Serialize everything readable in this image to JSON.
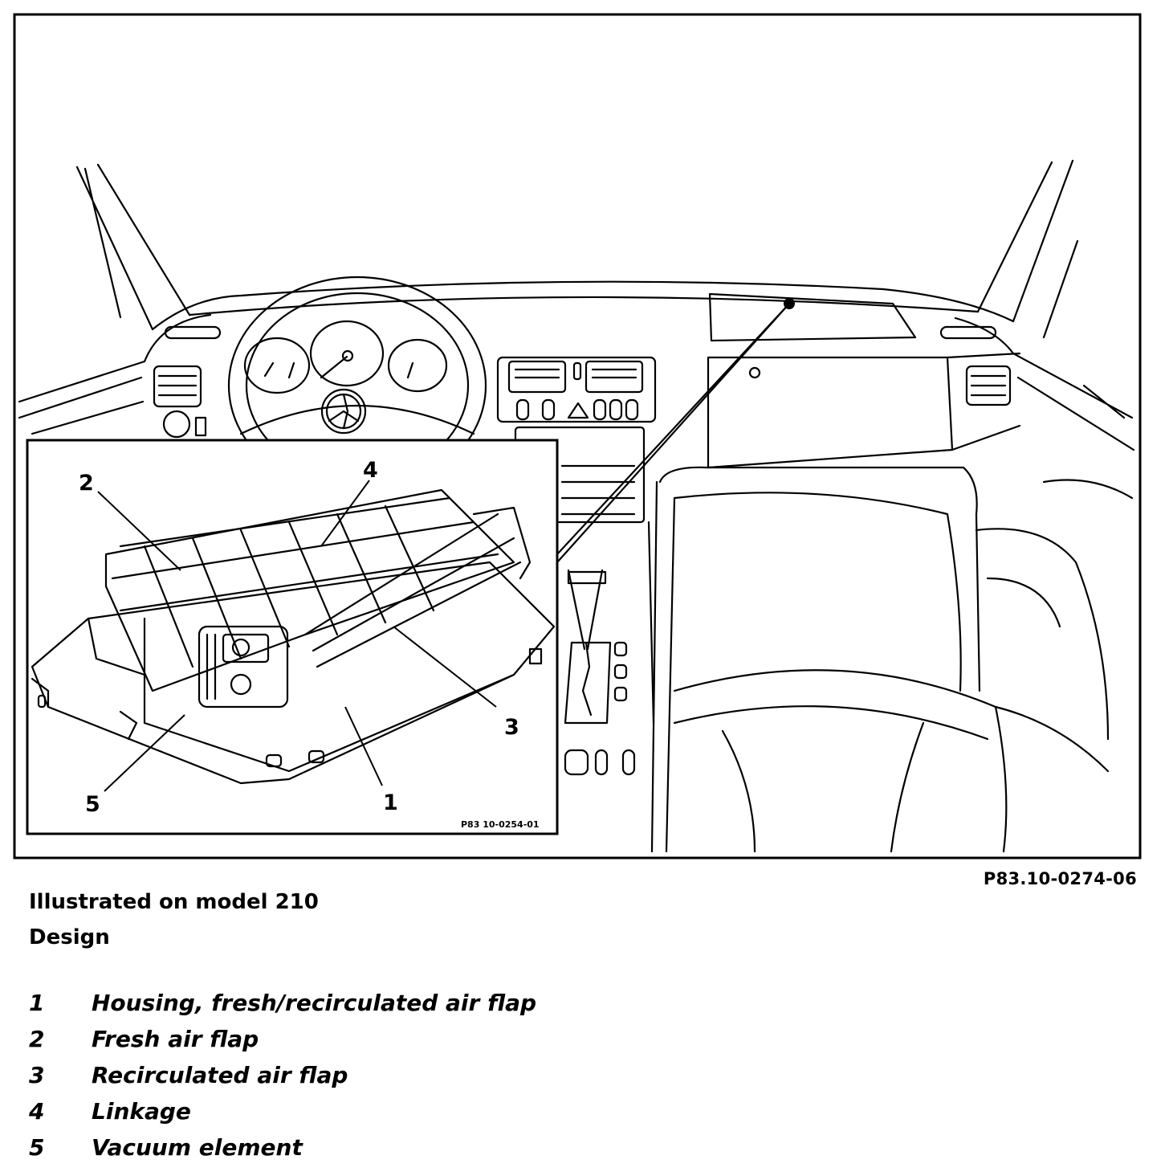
{
  "figure": {
    "figure_id": "P83.10-0274-06",
    "inset_figure_id": "P83 10-0254-01",
    "callouts": [
      "1",
      "2",
      "3",
      "4",
      "5"
    ]
  },
  "caption": {
    "line1": "Illustrated on model 210",
    "line2": "Design"
  },
  "legend": [
    {
      "number": "1",
      "label": "Housing, fresh/recirculated air flap"
    },
    {
      "number": "2",
      "label": "Fresh air flap"
    },
    {
      "number": "3",
      "label": "Recirculated air flap"
    },
    {
      "number": "4",
      "label": "Linkage"
    },
    {
      "number": "5",
      "label": "Vacuum element"
    }
  ]
}
